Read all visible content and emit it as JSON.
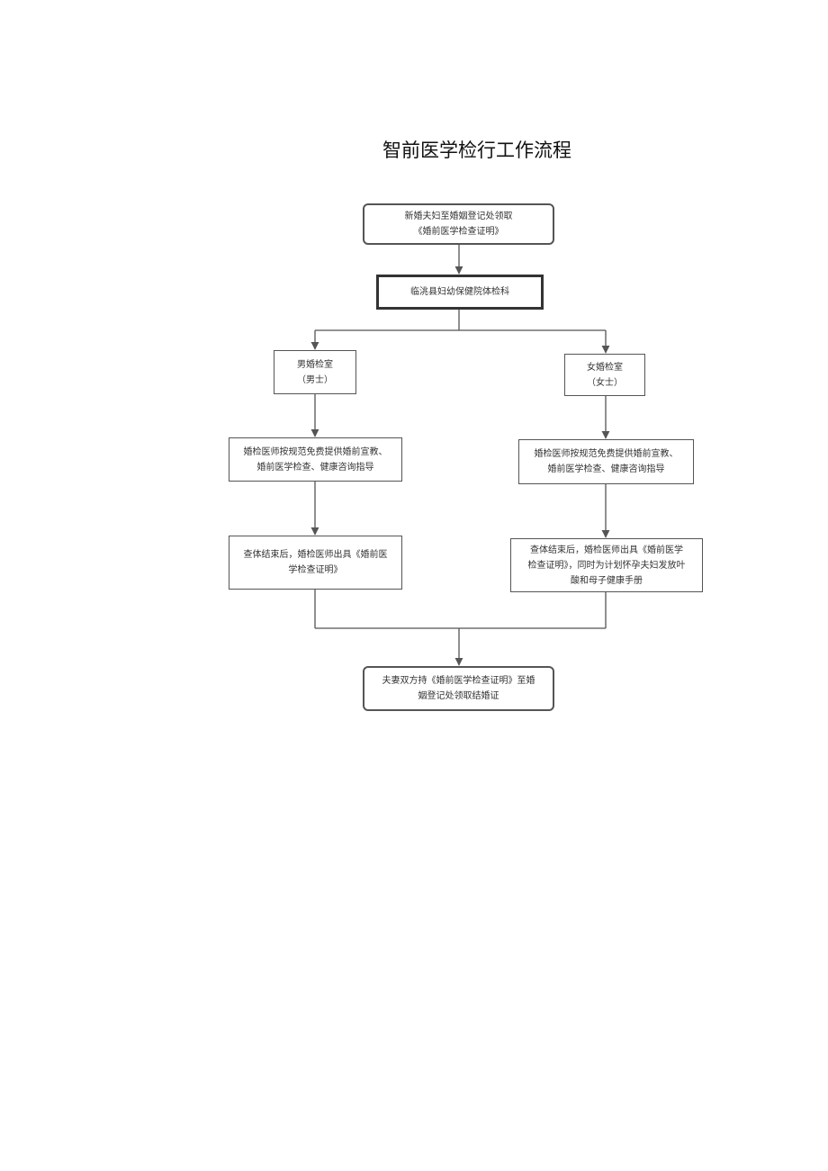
{
  "title": "智前医学检行工作流程",
  "nodes": {
    "start": [
      "新婚夫妇至婚姻登记处领取",
      "《婚前医学检查证明》"
    ],
    "register": [
      "临洮县妇幼保健院体检科"
    ],
    "male": [
      "男婚检室",
      "（男士）"
    ],
    "female": [
      "女婚检室",
      "（女士）"
    ],
    "male_service": [
      "婚检医师按规范免费提供婚前宣教、",
      "婚前医学检查、健康咨询指导"
    ],
    "female_service": [
      "婚检医师按规范免费提供婚前宣教、",
      "婚前医学检查、健康咨询指导"
    ],
    "male_result": [
      "查体结束后，婚检医师出具《婚前医",
      "学检查证明》"
    ],
    "female_result": [
      "查体结束后，婚检医师出具《婚前医学",
      "检查证明》，同时为计划怀孕夫妇发放叶",
      "酸和母子健康手册"
    ],
    "end": [
      "夫妻双方持《婚前医学检查证明》至婚",
      "姻登记处领取结婚证"
    ]
  }
}
